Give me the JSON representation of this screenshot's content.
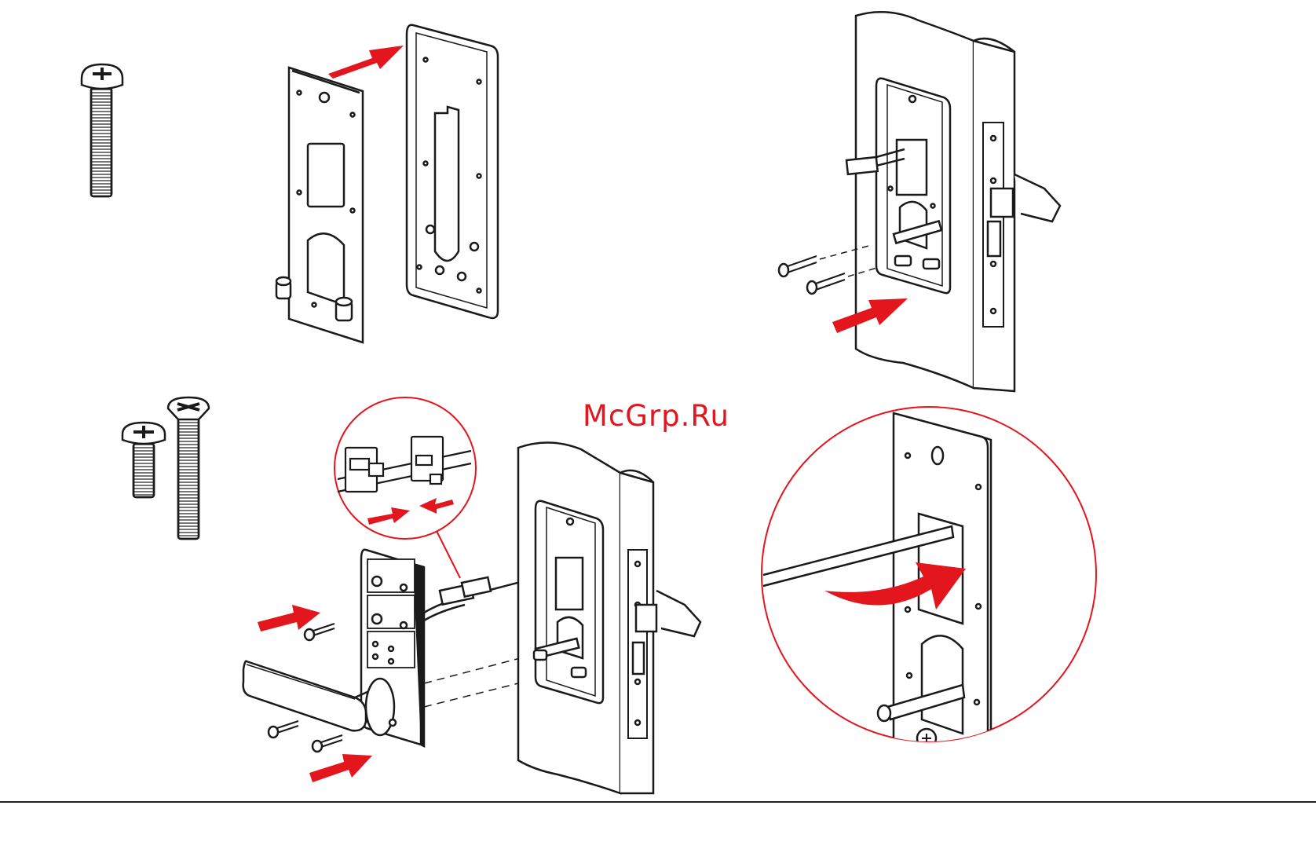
{
  "watermark": {
    "text": "McGrp.Ru"
  },
  "colors": {
    "line": "#1a1a1a",
    "accent": "#e3151d",
    "fill": "#ffffff"
  },
  "parts": {
    "screw_long": "phillips-pan-head-screw-long",
    "screw_short": "phillips-pan-head-screw-short",
    "screw_countersunk": "phillips-countersunk-screw",
    "mounting_plate": "mounting-plate-with-studs",
    "gasket": "rubber-gasket",
    "door": "door-edge-with-mortise-lock",
    "keypad_unit": "keypad-unit-with-lever-handle",
    "connector_detail": "cable-connector-detail",
    "spindle_detail": "spindle-rotation-detail"
  }
}
